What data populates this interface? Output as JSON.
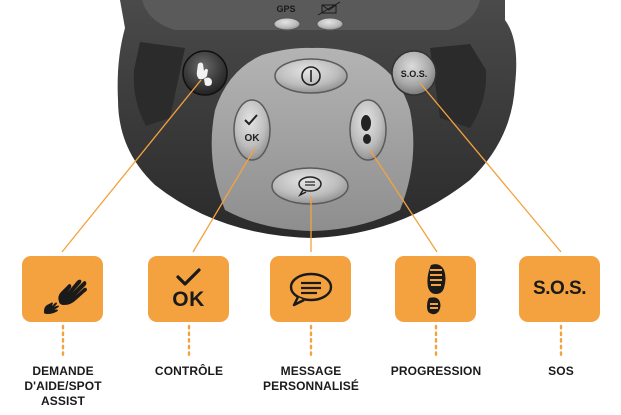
{
  "device": {
    "top_labels": {
      "gps": "GPS"
    },
    "sos_button_label": "S.O.S.",
    "ok_button_label": "OK"
  },
  "buttons": [
    {
      "id": "help",
      "icon": "helping-hands-icon",
      "caption_lines": [
        "DEMANDE",
        "D'AIDE/SPOT",
        "ASSIST"
      ]
    },
    {
      "id": "check",
      "icon": "check-ok-icon",
      "tile_text": "OK",
      "caption_lines": [
        "CONTRÔLE"
      ]
    },
    {
      "id": "message",
      "icon": "speech-bubble-icon",
      "caption_lines": [
        "MESSAGE",
        "PERSONNALISÉ"
      ]
    },
    {
      "id": "progress",
      "icon": "footprint-icon",
      "caption_lines": [
        "PROGRESSION"
      ]
    },
    {
      "id": "sos",
      "icon": "sos-icon",
      "tile_text": "S.O.S.",
      "caption_lines": [
        "SOS"
      ]
    }
  ],
  "colors": {
    "accent": "#f4a23f",
    "device_body": "#3a3a3a",
    "device_face": "#9c9c9c",
    "text": "#1a1a1a"
  }
}
